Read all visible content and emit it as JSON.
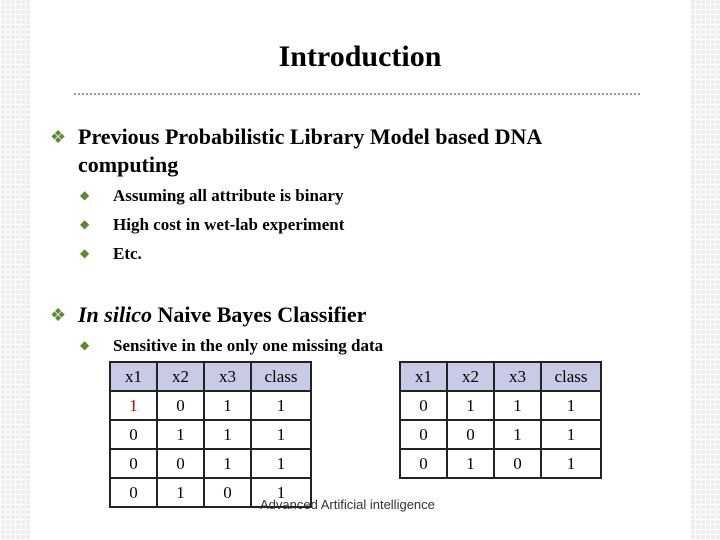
{
  "title": "Introduction",
  "section1": {
    "heading_line1": "Previous Probabilistic Library Model based DNA",
    "heading_line2": "computing",
    "bullets": [
      "Assuming all attribute is binary",
      "High cost in wet-lab experiment",
      "Etc."
    ]
  },
  "section2": {
    "heading_italic": "In silico",
    "heading_rest": " Naive Bayes Classifier",
    "bullets": [
      "Sensitive in the only one missing data"
    ]
  },
  "table_left": {
    "headers": [
      "x1",
      "x2",
      "x3",
      "class"
    ],
    "rows": [
      [
        "1",
        "0",
        "1",
        "1"
      ],
      [
        "0",
        "1",
        "1",
        "1"
      ],
      [
        "0",
        "0",
        "1",
        "1"
      ],
      [
        "0",
        "1",
        "0",
        "1"
      ]
    ],
    "highlight_color": "#cc0000"
  },
  "table_right": {
    "headers": [
      "x1",
      "x2",
      "x3",
      "class"
    ],
    "rows": [
      [
        "0",
        "1",
        "1",
        "1"
      ],
      [
        "0",
        "0",
        "1",
        "1"
      ],
      [
        "0",
        "1",
        "0",
        "1"
      ]
    ]
  },
  "footer": "Advanced Artificial intelligence",
  "colors": {
    "bullet": "#5a8a2a",
    "table_header_bg": "#c8cbe6"
  }
}
